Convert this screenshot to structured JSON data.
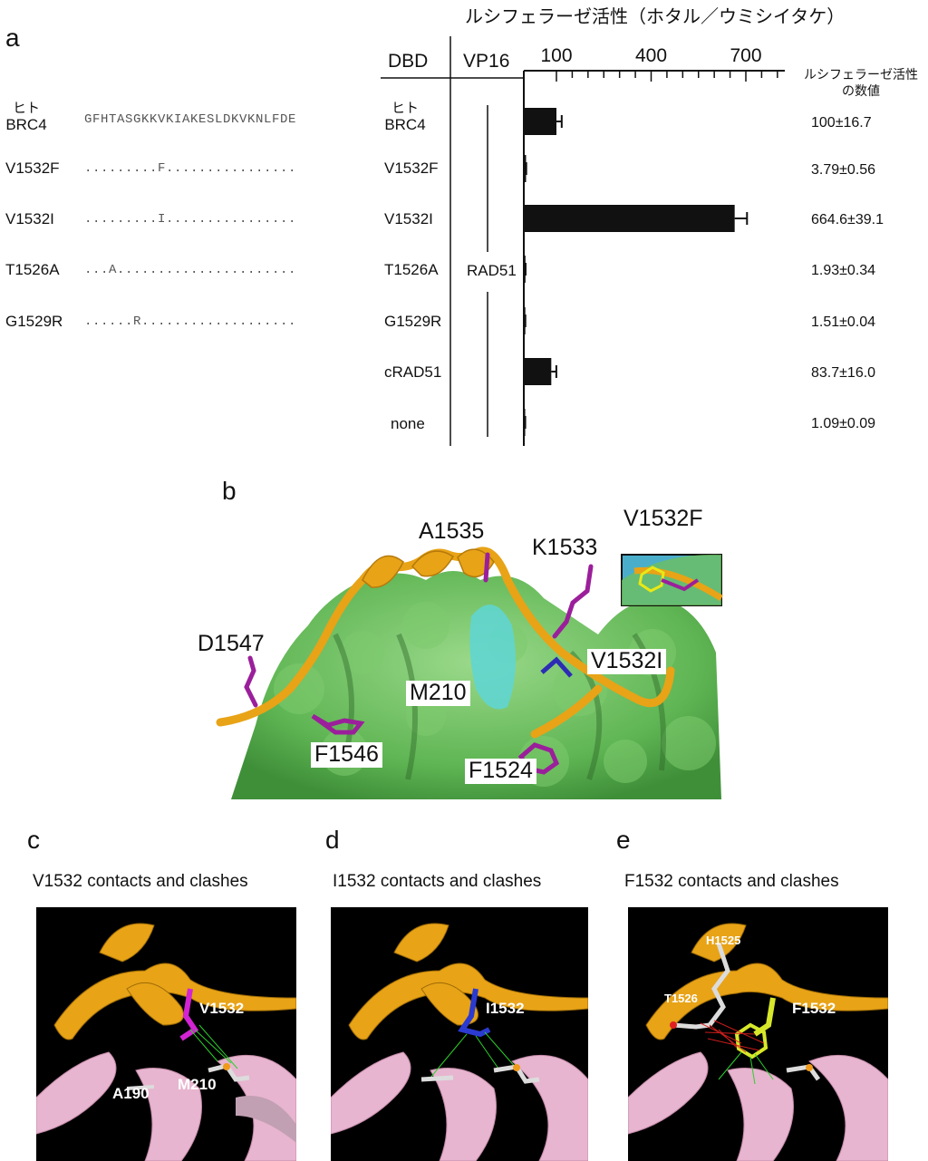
{
  "panels": {
    "a": "a",
    "b": "b",
    "c": "c",
    "d": "d",
    "e": "e"
  },
  "table": {
    "chart_title": "ルシフェラーゼ活性（ホタル／ウミシイタケ）",
    "col_dbd": "DBD",
    "col_vp16": "VP16",
    "vp16_middle": "RAD51",
    "value_header_line1": "ルシフェラーゼ活性",
    "value_header_line2": "の数値",
    "human_label_line1": "ヒト",
    "human_label_line2": "BRC4",
    "reference_sequence": "GFHTASGKKVKIAKESLDKVKNLFDE",
    "rows": [
      {
        "name": "",
        "seq": "",
        "dbd": ""
      },
      {
        "name": "V1532F",
        "seq": ".........F................",
        "dbd": "V1532F"
      },
      {
        "name": "V1532I",
        "seq": ".........I................",
        "dbd": "V1532I"
      },
      {
        "name": "T1526A",
        "seq": "...A......................",
        "dbd": "T1526A"
      },
      {
        "name": "G1529R",
        "seq": "......R...................",
        "dbd": "G1529R"
      },
      {
        "name": "",
        "seq": "",
        "dbd": "cRAD51"
      },
      {
        "name": "",
        "seq": "",
        "dbd": "none"
      }
    ]
  },
  "chart_data": {
    "type": "bar",
    "orientation": "horizontal",
    "title": "ルシフェラーゼ活性（ホタル／ウミシイタケ）",
    "categories": [
      "ヒト BRC4",
      "V1532F",
      "V1532I",
      "T1526A",
      "G1529R",
      "cRAD51",
      "none"
    ],
    "values": [
      100,
      3.79,
      664.6,
      1.93,
      1.51,
      83.7,
      1.09
    ],
    "errors": [
      16.7,
      0.56,
      39.1,
      0.34,
      0.04,
      16.0,
      0.09
    ],
    "value_labels": [
      "100±16.7",
      "3.79±0.56",
      "664.6±39.1",
      "1.93±0.34",
      "1.51±0.04",
      "83.7±16.0",
      "1.09±0.09"
    ],
    "xticks": [
      "100",
      "400",
      "700"
    ],
    "xtick_values": [
      100,
      400,
      700
    ],
    "xlim": [
      0,
      800
    ],
    "bar_color": "#111111"
  },
  "structure_b": {
    "labels": {
      "a1535": "A1535",
      "k1533": "K1533",
      "v1532f": "V1532F",
      "d1547": "D1547",
      "v1532i": "V1532I",
      "m210": "M210",
      "f1546": "F1546",
      "f1524": "F1524"
    },
    "colors": {
      "surface": "#6dbf5e",
      "helix": "#e8a317",
      "sidechain": "#9b1f9b",
      "pocket": "#5ed6d6"
    }
  },
  "structure_panels": {
    "c": {
      "caption": "V1532 contacts and clashes",
      "labels": {
        "res": "V1532",
        "a190": "A190",
        "m210": "M210"
      }
    },
    "d": {
      "caption": "I1532 contacts and clashes",
      "labels": {
        "res": "I1532"
      }
    },
    "e": {
      "caption": "F1532 contacts and clashes",
      "labels": {
        "res": "F1532",
        "h1525": "H1525",
        "t1526": "T1526"
      }
    }
  }
}
